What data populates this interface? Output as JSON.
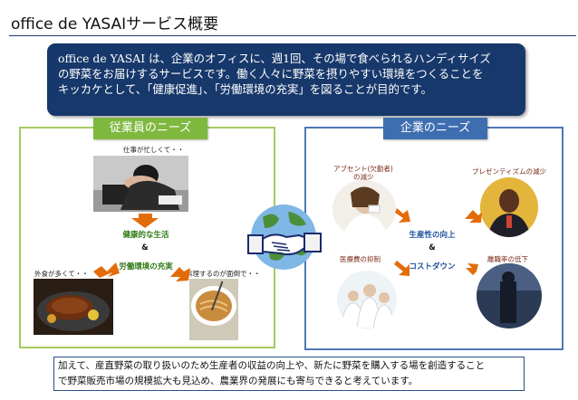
{
  "title": "office de YASAIサービス概要",
  "intro": {
    "line1": "office de YASAI は、企業のオフィスに、週1回、その場で食べられるハンディサイズ",
    "line2": "の野菜をお届けするサービスです。働く人々に野菜を摂りやすい環境をつくることを",
    "line3": "キッカケとして、「健康促進」、「労働環境の充実」を図ることが目的です。"
  },
  "employee": {
    "header": "従業員のニーズ",
    "caption_busy": "仕事が忙しくて・・",
    "caption_eatout": "外食が多くて・・",
    "caption_cooking": "料理するのが面倒で・・",
    "center_line1": "健康的な生活",
    "center_amp": "&",
    "center_line2": "労働環境の充実"
  },
  "company": {
    "header": "企業のニーズ",
    "caption_absentee_1": "アブセント(欠勤者)",
    "caption_absentee_2": "の減少",
    "caption_presentee": "プレゼンティズムの減少",
    "caption_medical": "医療費の抑制",
    "caption_turnover": "離職率の低下",
    "center_line1": "生産性の向上",
    "center_amp": "&",
    "center_line2": "コストダウン"
  },
  "bottom": {
    "line1": "加えて、産直野菜の取り扱いのため生産者の収益の向上や、新たに野菜を購入する場を創造すること",
    "line2": "で野菜販売市場の規模拡大も見込め、農業界の発展にも寄与できると考えています。"
  },
  "colors": {
    "navy": "#17386b",
    "green": "#7fb83e",
    "blue": "#3e6eb0",
    "arrow": "#e36c0a"
  }
}
